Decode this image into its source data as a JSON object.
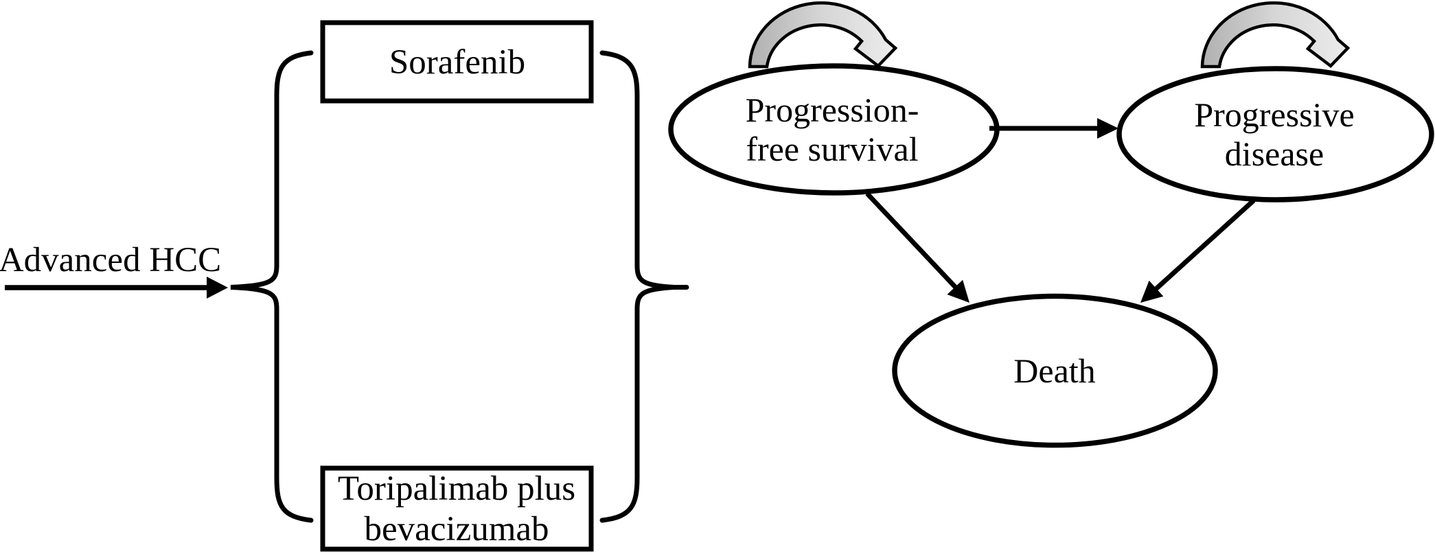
{
  "diagram": {
    "entry": {
      "label": "Advanced HCC"
    },
    "arms": {
      "sorafenib": {
        "label": "Sorafenib"
      },
      "toripalimab_bevacizumab": {
        "label": "Toripalimab plus bevacizumab",
        "line1": "Toripalimab plus",
        "line2": "bevacizumab"
      }
    },
    "states": {
      "pfs": {
        "label": "Progression-free survival",
        "line1": "Progression-",
        "line2": "free survival"
      },
      "pd": {
        "label": "Progressive disease",
        "line1": "Progressive",
        "line2": "disease"
      },
      "death": {
        "label": "Death"
      }
    },
    "transitions": [
      {
        "from": "Progression-free survival",
        "to": "Progression-free survival",
        "type": "self-loop"
      },
      {
        "from": "Progression-free survival",
        "to": "Progressive disease",
        "type": "arrow"
      },
      {
        "from": "Progression-free survival",
        "to": "Death",
        "type": "arrow"
      },
      {
        "from": "Progressive disease",
        "to": "Progressive disease",
        "type": "self-loop"
      },
      {
        "from": "Progressive disease",
        "to": "Death",
        "type": "arrow"
      }
    ],
    "colors": {
      "stroke": "#000000",
      "background": "#ffffff",
      "loop_arrow_start": "#b0b0b0",
      "loop_arrow_mid": "#d6d6d6",
      "loop_arrow_end": "#ececec"
    }
  }
}
